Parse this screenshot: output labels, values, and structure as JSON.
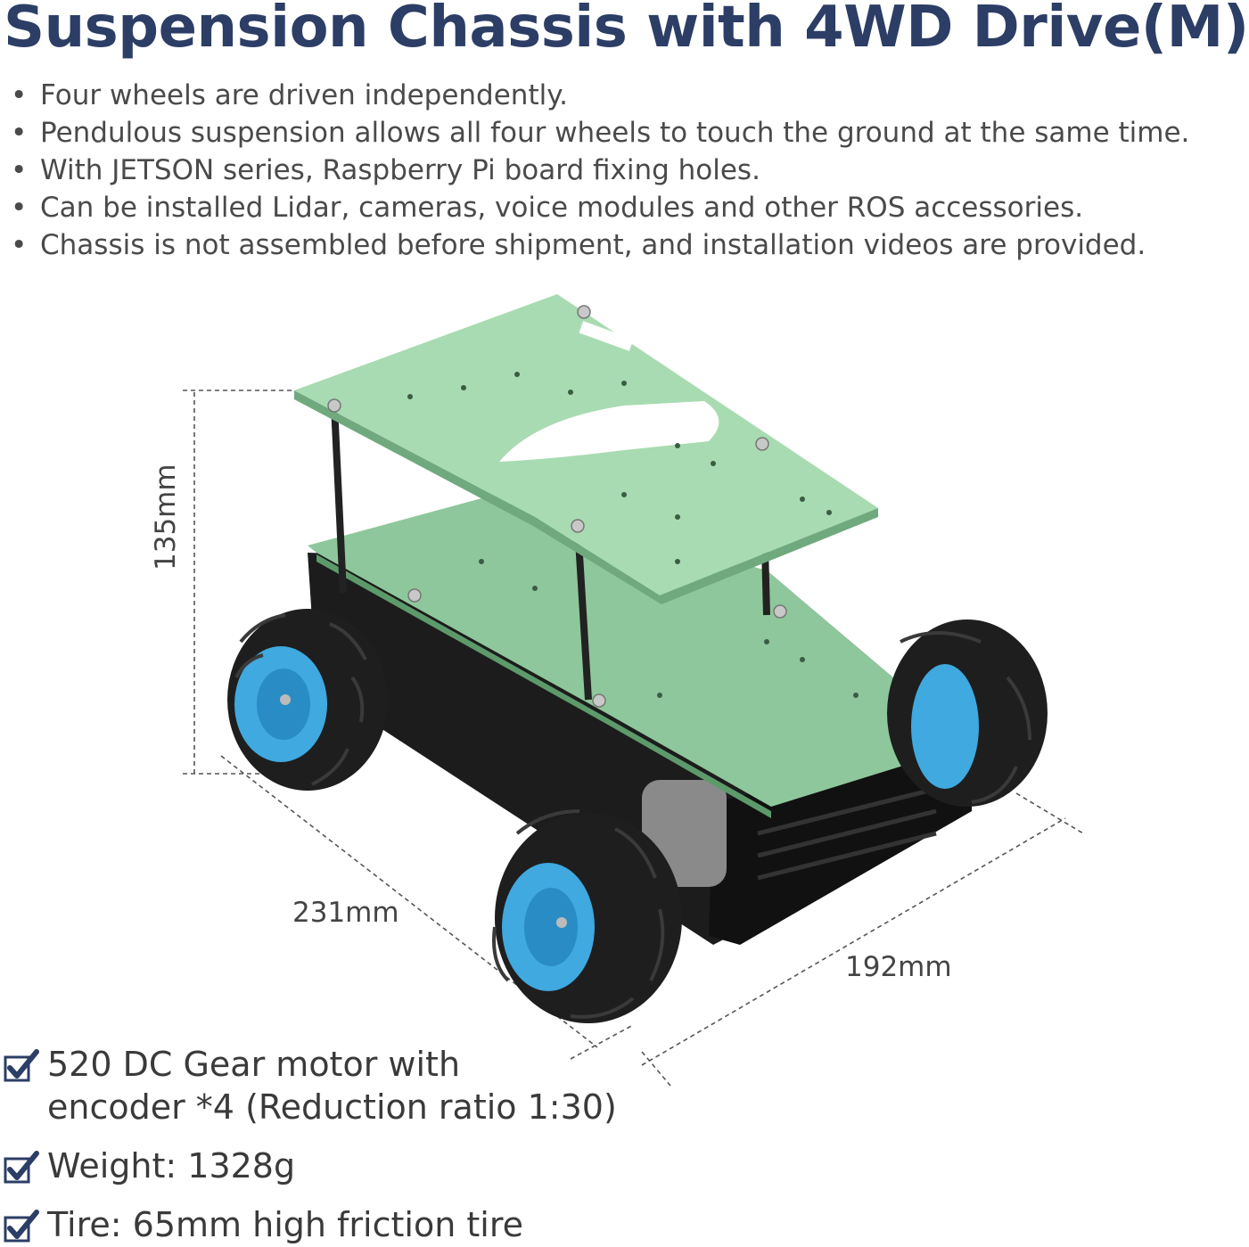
{
  "title": "Suspension Chassis with 4WD Drive(M)",
  "bullets": [
    "Four wheels are driven independently.",
    "Pendulous suspension allows all four wheels to touch the ground at the same time.",
    "With JETSON series, Raspberry Pi board fixing holes.",
    "Can be installed Lidar, cameras, voice modules and other ROS accessories.",
    "Chassis is not assembled before shipment, and installation videos are provided."
  ],
  "dimensions": {
    "height": "135mm",
    "length": "231mm",
    "width": "192mm"
  },
  "specs": {
    "motor_line1": "520 DC Gear motor with",
    "motor_line2": "encoder *4  (Reduction ratio 1:30)",
    "weight": "Weight: 1328g",
    "tire": "Tire: 65mm high friction tire"
  },
  "colors": {
    "title": "#2c3e66",
    "plate": "#9fd3a8",
    "wheel_hub": "#3fa9e0",
    "tire": "#1e1e1e",
    "check": "#2c3e66"
  },
  "icons": [
    "check-icon"
  ]
}
